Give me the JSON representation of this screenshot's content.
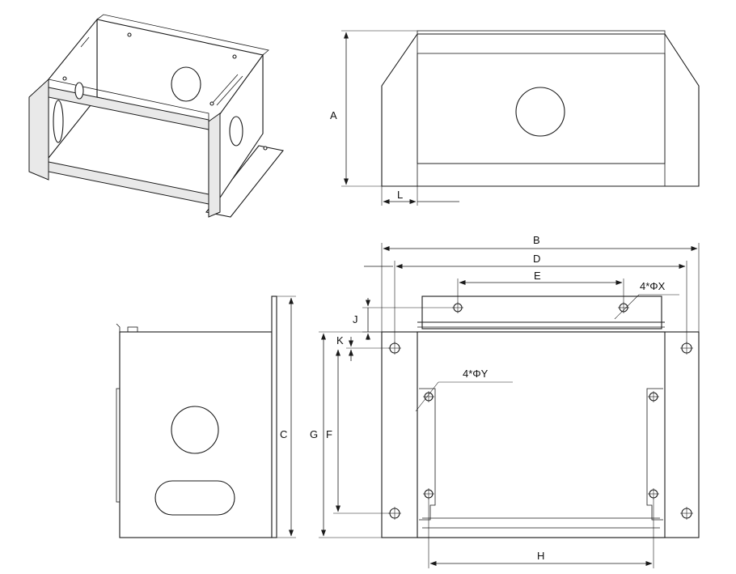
{
  "labels": {
    "A": "A",
    "L": "L",
    "B": "B",
    "D": "D",
    "E": "E",
    "X_note": "4*ΦX",
    "J": "J",
    "K": "K",
    "Y_note": "4*ΦY",
    "C": "C",
    "G": "G",
    "F": "F",
    "H": "H"
  }
}
